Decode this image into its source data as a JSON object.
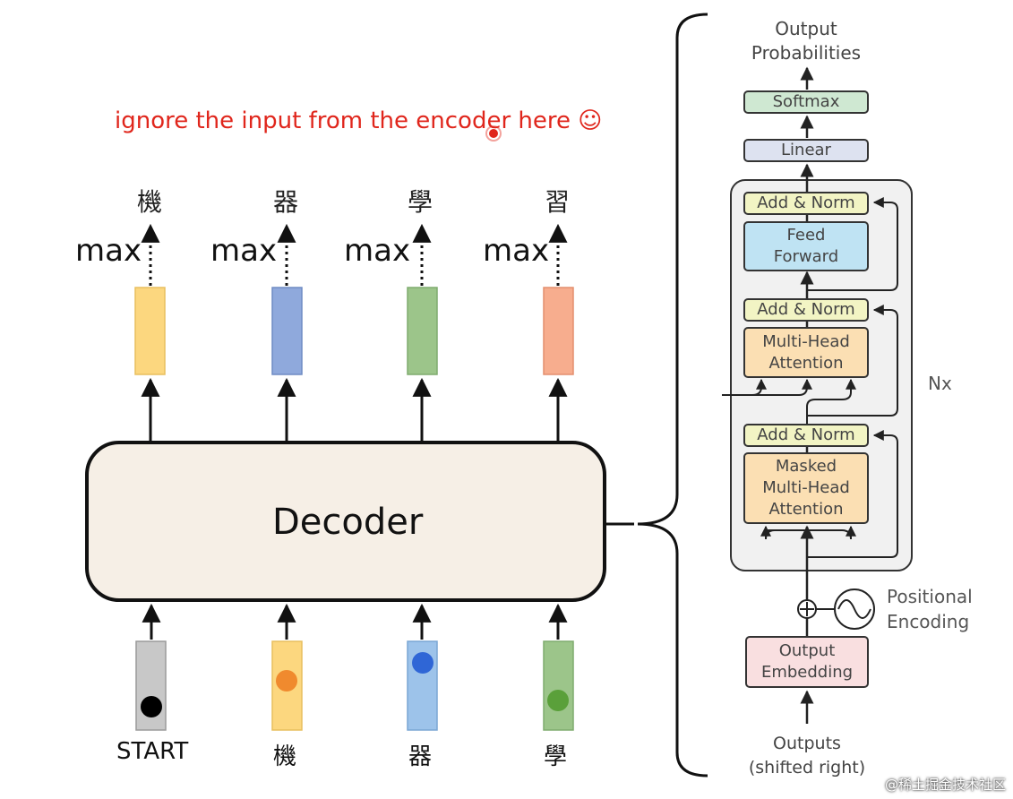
{
  "note": "ignore the input from the encoder here ☺",
  "decoder_label": "Decoder",
  "max_labels": [
    "max",
    "max",
    "max",
    "max"
  ],
  "output_tokens": [
    "機",
    "器",
    "學",
    "習"
  ],
  "input_tokens": [
    "START",
    "機",
    "器",
    "學"
  ],
  "transformer": {
    "output_probabilities": [
      "Output",
      "Probabilities"
    ],
    "softmax": "Softmax",
    "linear": "Linear",
    "add_norm": "Add & Norm",
    "feed_forward": [
      "Feed",
      "Forward"
    ],
    "multi_head_attention": [
      "Multi-Head",
      "Attention"
    ],
    "masked_attention": [
      "Masked",
      "Multi-Head",
      "Attention"
    ],
    "nx": "Nx",
    "positional_encoding": [
      "Positional",
      "Encoding"
    ],
    "output_embedding": [
      "Output",
      "Embedding"
    ],
    "outputs": [
      "Outputs",
      "(shifted right)"
    ]
  },
  "watermark": "@稀土掘金技术社区",
  "colors": {
    "note_red": "#e0261c",
    "vec_yellow": "#fcd77f",
    "vec_blue": "#8fa9dc",
    "vec_green": "#9cc58a",
    "vec_orange": "#f7ad8e",
    "start_gray": "#c8c8c8",
    "decoder_fill": "#f6efe6",
    "softmax_green": "#cfe8d2",
    "linear_lavender": "#dde2f0",
    "addnorm_yellow": "#f2f4c4",
    "feedforward_blue": "#bfe3f3",
    "attention_orange": "#fbdfb3",
    "embedding_pink": "#f9dfe0"
  }
}
